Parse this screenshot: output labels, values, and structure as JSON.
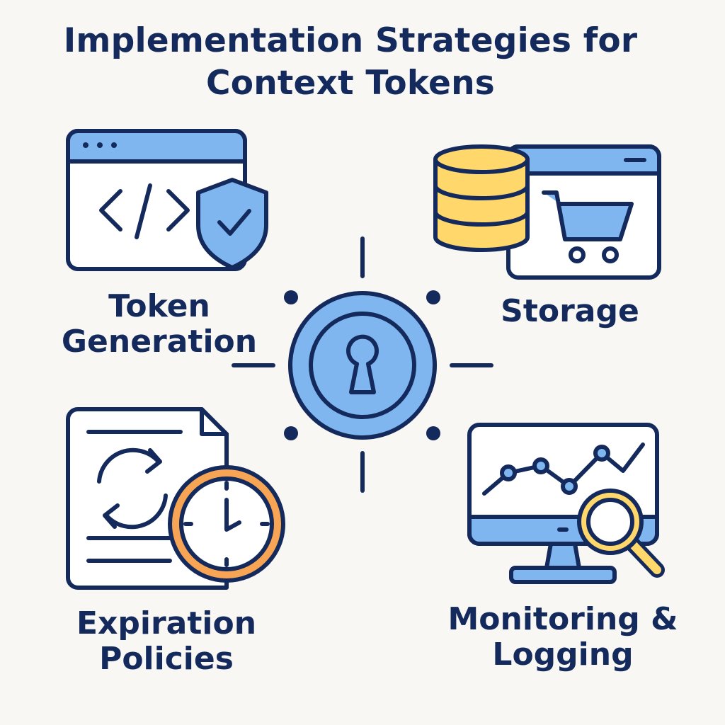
{
  "title": {
    "line1": "Implementation Strategies for",
    "line2": "Context Tokens"
  },
  "sections": {
    "token_generation": {
      "line1": "Token",
      "line2": "Generation"
    },
    "storage": {
      "line1": "Storage"
    },
    "expiration_policies": {
      "line1": "Expiration",
      "line2": "Policies"
    },
    "monitoring_logging": {
      "line1": "Monitoring &",
      "line2": "Logging"
    }
  },
  "icons": {
    "center": "keyhole-lock-icon",
    "token_generation": [
      "code-window-icon",
      "shield-check-icon"
    ],
    "storage": [
      "database-icon",
      "shopping-cart-icon"
    ],
    "expiration_policies": [
      "document-icon",
      "refresh-icon",
      "clock-icon"
    ],
    "monitoring_logging": [
      "monitor-chart-icon",
      "magnifier-icon"
    ]
  },
  "colors": {
    "navy": "#142a5c",
    "blue": "#7fb6f0",
    "yellow": "#ffd76a",
    "orange": "#f7a554",
    "background": "#f8f7f3"
  }
}
